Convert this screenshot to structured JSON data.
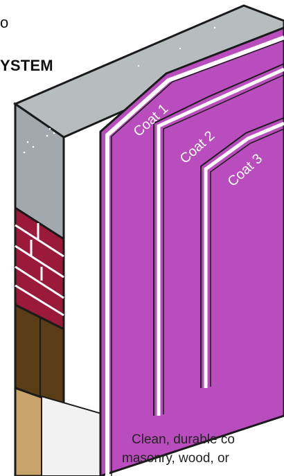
{
  "header": {
    "corner_fragment": "o",
    "title_fragment": "YSTEM"
  },
  "layers": {
    "coat_labels": [
      "Coat 1",
      "Coat 2",
      "Coat 3"
    ],
    "colors": {
      "concrete": "#a8adb1",
      "brick": "#9b1a3a",
      "wood_dark": "#5a3d17",
      "wood_light": "#c8a46a",
      "coat": "#b94dbd",
      "coat_edge": "#ffffff"
    }
  },
  "caption": {
    "line1": "Clean, durable co",
    "line2": "masonry, wood, or"
  }
}
